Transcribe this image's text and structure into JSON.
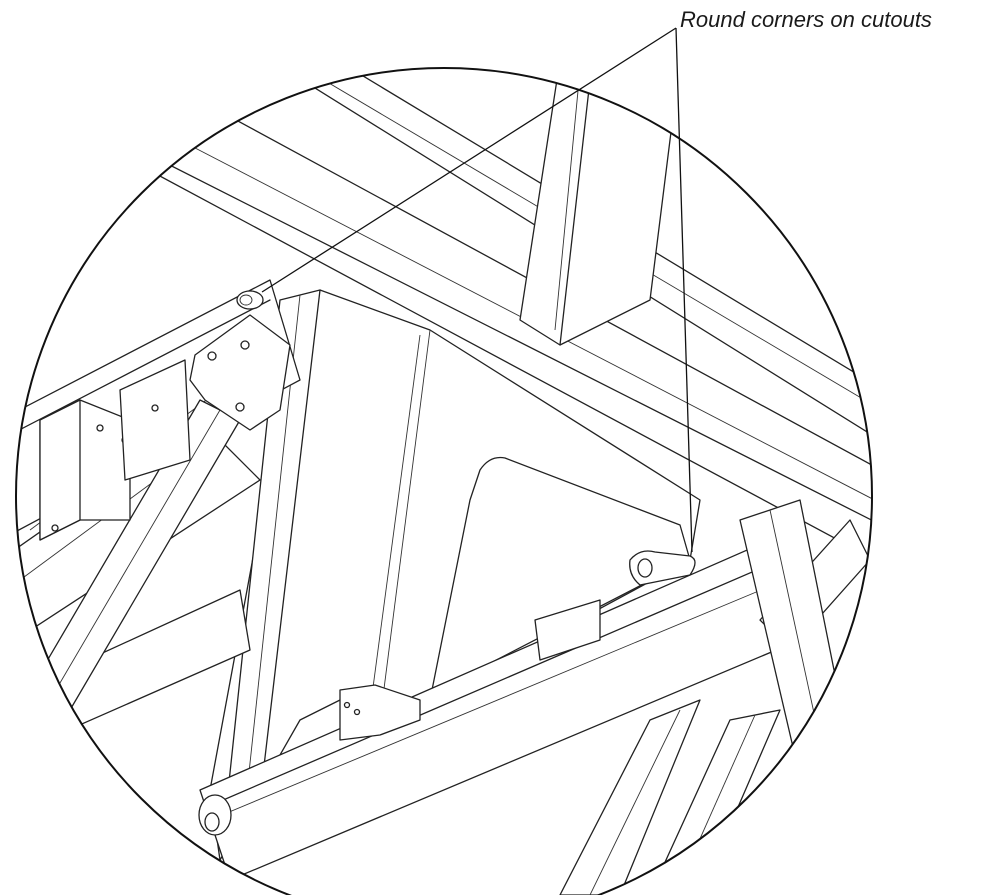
{
  "callout": {
    "label": "Round corners on cutouts"
  },
  "detail_view": {
    "shape": "circle",
    "subject": "frame-cutout-detail"
  }
}
